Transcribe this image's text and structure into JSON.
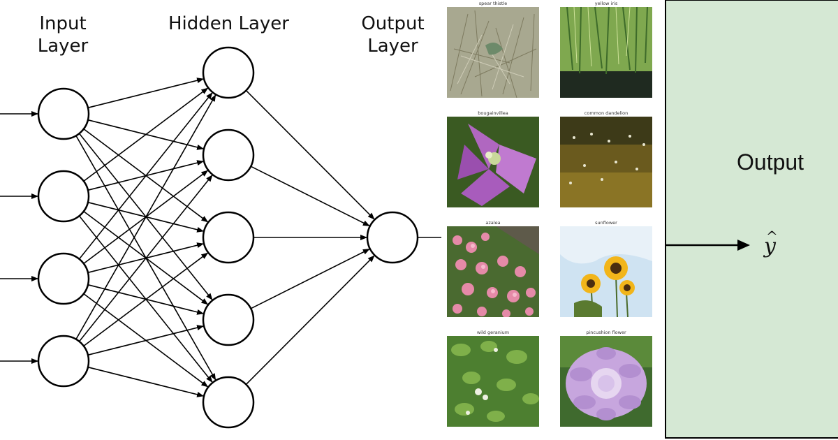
{
  "diagram": {
    "layers": {
      "input": "Input\nLayer",
      "hidden": "Hidden Layer",
      "output": "Output\nLayer"
    },
    "node_counts": {
      "input": 4,
      "hidden": 5,
      "output": 1
    }
  },
  "flowers": [
    {
      "caption": "spear thistle",
      "icon": "grass-photo"
    },
    {
      "caption": "yellow iris",
      "icon": "reeds-photo"
    },
    {
      "caption": "bougainvillea",
      "icon": "pink-flower-photo"
    },
    {
      "caption": "common dandelion",
      "icon": "meadow-photo"
    },
    {
      "caption": "azalea",
      "icon": "pink-shrub-photo"
    },
    {
      "caption": "sunflower",
      "icon": "sunflower-photo"
    },
    {
      "caption": "wild geranium",
      "icon": "green-leaves-photo"
    },
    {
      "caption": "pincushion flower",
      "icon": "lavender-flower-photo"
    }
  ],
  "output_panel": {
    "title": "Output",
    "symbol": "y",
    "symbol_accent": "^",
    "background": "#d5e8d4"
  }
}
